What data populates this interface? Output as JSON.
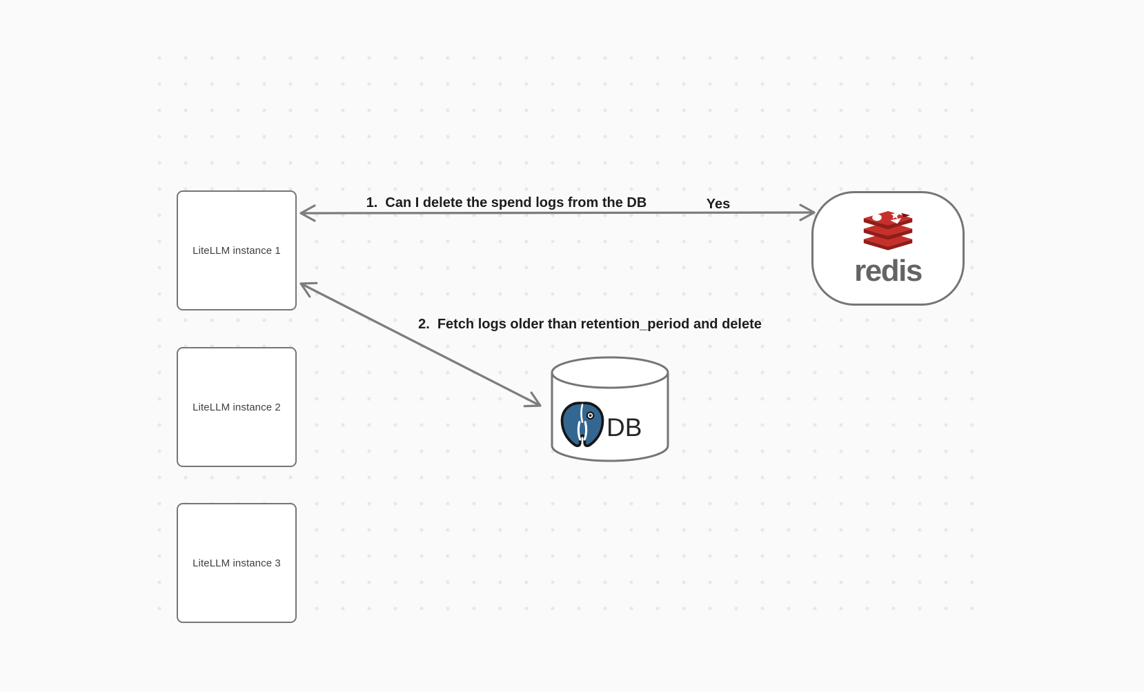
{
  "nodes": {
    "litellm1": {
      "label": "LiteLLM instance 1"
    },
    "litellm2": {
      "label": "LiteLLM instance 2"
    },
    "litellm3": {
      "label": "LiteLLM instance 3"
    },
    "redis": {
      "wordmark": "redis"
    },
    "db": {
      "label": "DB"
    }
  },
  "edges": {
    "ask_redis": {
      "number": "1.",
      "text": "Can I delete the spend logs from the DB",
      "response": "Yes"
    },
    "fetch_delete": {
      "number": "2.",
      "text": "Fetch logs older than retention_period and delete"
    }
  },
  "icons": {
    "redis_logo": "redis-logo-icon",
    "postgres_logo": "postgresql-elephant-icon"
  },
  "colors": {
    "background": "#fafafa",
    "grid_dot": "#e8e8e8",
    "node_border": "#757575",
    "arrow": "#7d7d7d",
    "label_text": "#1d1d1d",
    "node_text": "#3f3f3f",
    "redis_red": "#c6302b",
    "redis_red_dark": "#8f1e19",
    "redis_wordmark_gray": "#646464",
    "postgres_blue": "#336791"
  }
}
